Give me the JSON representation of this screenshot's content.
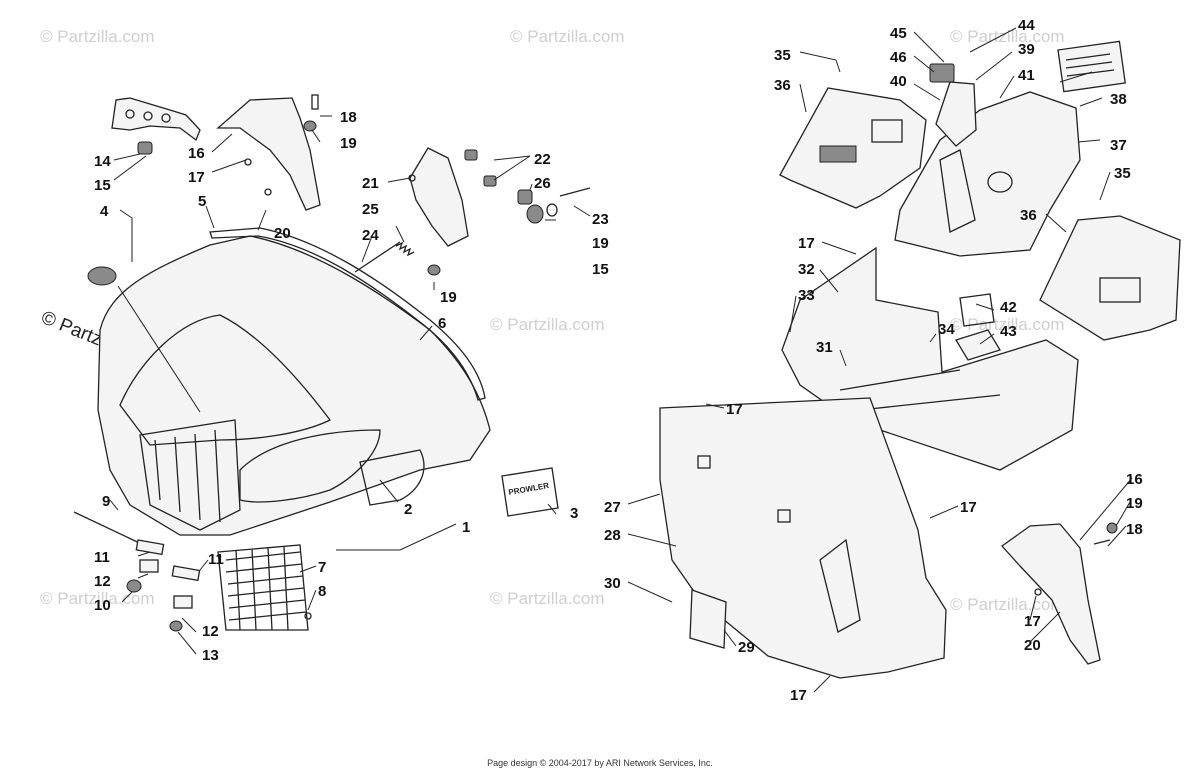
{
  "watermarks": {
    "small": "© Partzilla.com",
    "large": "© Partzilla.com"
  },
  "footer": "Page design © 2004-2017 by ARI Network Services, Inc.",
  "decal_text": "PROWLER",
  "colors": {
    "line": "#222222",
    "watermark": "#cfcfcf",
    "background": "#ffffff"
  }
}
